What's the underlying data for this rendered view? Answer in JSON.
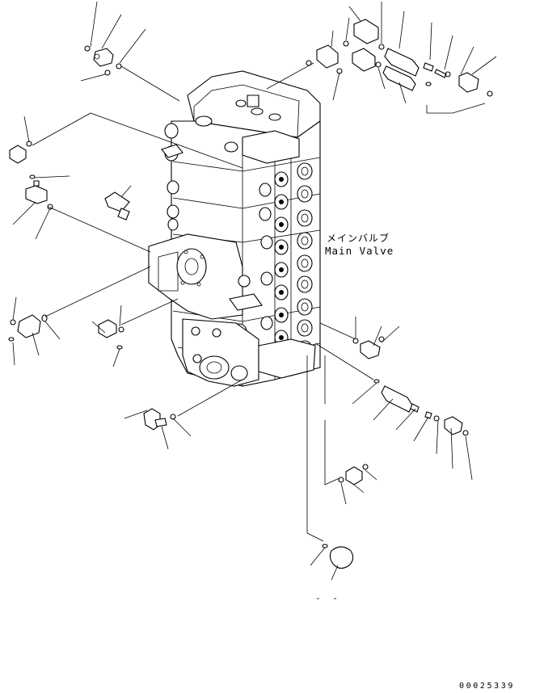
{
  "assembly": {
    "label_ja": "メインバルブ",
    "label_en": "Main Valve"
  },
  "figure": {
    "number": "00025339",
    "marker": "- -"
  },
  "icons": [
    "main-valve-body",
    "fitting",
    "o-ring",
    "leader-line",
    "plug",
    "elbow",
    "connector"
  ]
}
